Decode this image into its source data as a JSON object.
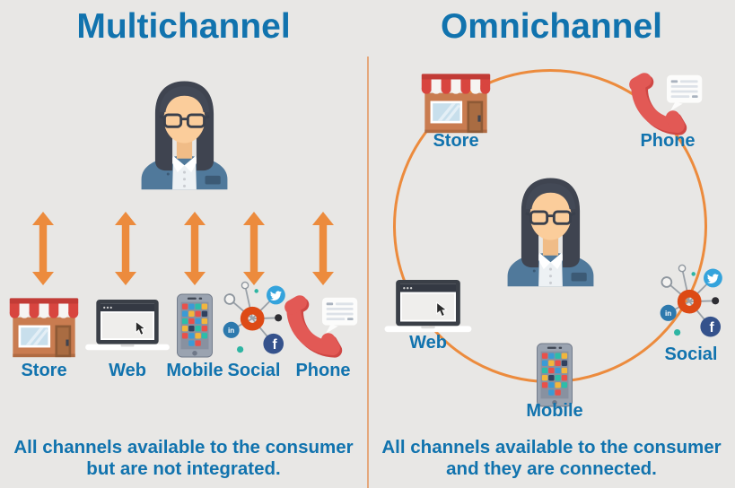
{
  "left_panel": {
    "title": "Multichannel",
    "channels": [
      {
        "label": "Store",
        "icon": "store-icon"
      },
      {
        "label": "Web",
        "icon": "web-icon"
      },
      {
        "label": "Mobile",
        "icon": "mobile-icon"
      },
      {
        "label": "Social",
        "icon": "social-icon"
      },
      {
        "label": "Phone",
        "icon": "phone-icon"
      }
    ],
    "caption_line1": "All channels available to the consumer",
    "caption_line2": "but are not integrated."
  },
  "right_panel": {
    "title": "Omnichannel",
    "channels": [
      {
        "label": "Store",
        "icon": "store-icon"
      },
      {
        "label": "Phone",
        "icon": "phone-icon"
      },
      {
        "label": "Web",
        "icon": "web-icon"
      },
      {
        "label": "Mobile",
        "icon": "mobile-icon"
      },
      {
        "label": "Social",
        "icon": "social-icon"
      }
    ],
    "caption_line1": "All channels available to the consumer",
    "caption_line2": "and they are connected."
  },
  "colors": {
    "background": "#e8e7e5",
    "heading_blue": "#1173ae",
    "label_blue": "#1173ae",
    "arrow_orange": "#ec8b3d",
    "connection_circle_orange": "#ec8b3d",
    "divider_orange": "#e5a87c",
    "social_hub_orange": "#dd4a15",
    "facebook_blue": "#35528c",
    "twitter_blue": "#34a3dc",
    "linkedin_blue": "#2d79ad",
    "phone_red": "#e25955",
    "store_awning_red": "#d8453f",
    "person_jacket_blue": "#50799b"
  }
}
